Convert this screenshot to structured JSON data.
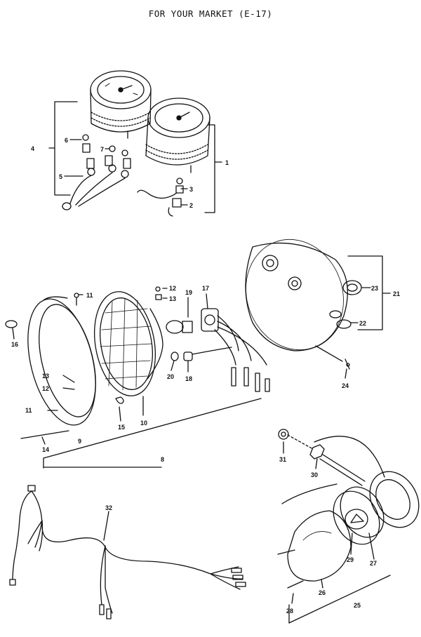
{
  "header": {
    "title": "FOR YOUR MARKET (E-17)"
  },
  "callouts": {
    "c1": "1",
    "c2": "2",
    "c3": "3",
    "c4": "4",
    "c5": "5",
    "c6": "6",
    "c7": "7",
    "c8": "8",
    "c9": "9",
    "c10": "10",
    "c11a": "11",
    "c11b": "11",
    "c12a": "12",
    "c12b": "12",
    "c13a": "13",
    "c13b": "13",
    "c14": "14",
    "c15": "15",
    "c16": "16",
    "c17": "17",
    "c18": "18",
    "c19": "19",
    "c20": "20",
    "c21": "21",
    "c22": "22",
    "c23": "23",
    "c24": "24",
    "c25": "25",
    "c26": "26",
    "c27": "27",
    "c28": "28",
    "c29": "29",
    "c30": "30",
    "c31": "31",
    "c32": "32"
  },
  "colors": {
    "ink": "#111111",
    "paper": "#ffffff"
  }
}
